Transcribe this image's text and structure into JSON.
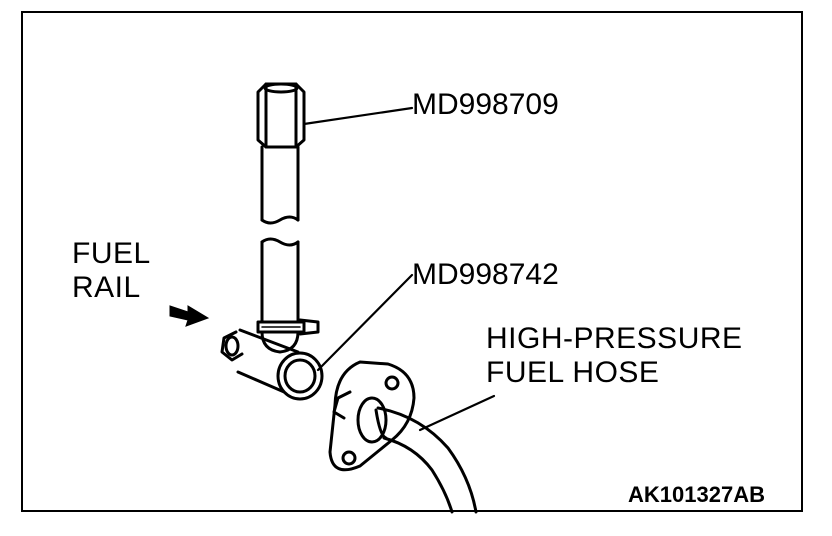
{
  "labels": {
    "tool_top": "MD998709",
    "tool_mid": "MD998742",
    "fuel_rail_line1": "FUEL",
    "fuel_rail_line2": "RAIL",
    "hose_line1": "HIGH-PRESSURE",
    "hose_line2": "FUEL HOSE"
  },
  "figure_code": "AK101327AB",
  "colors": {
    "ink": "#000000",
    "paper": "#ffffff"
  }
}
